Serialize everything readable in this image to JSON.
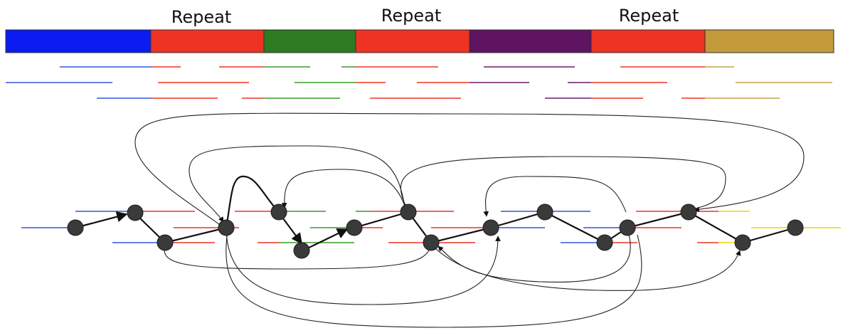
{
  "labels": [
    "Repeat",
    "Repeat",
    "Repeat"
  ],
  "genome": {
    "segments": [
      {
        "color": "#0a1cf0"
      },
      {
        "color": "#ee3324"
      },
      {
        "color": "#2c7a22"
      },
      {
        "color": "#ee3324"
      },
      {
        "color": "#5e1460"
      },
      {
        "color": "#ee3324"
      },
      {
        "color": "#c29a3a"
      }
    ]
  },
  "colors": {
    "blue": "#3355dd",
    "red": "#ee3324",
    "green": "#3a9a2a",
    "purple": "#6a1a6a",
    "gold": "#c8a44a",
    "yellow": "#e8d800",
    "node": "#3a3a3a",
    "edge": "#111111"
  }
}
